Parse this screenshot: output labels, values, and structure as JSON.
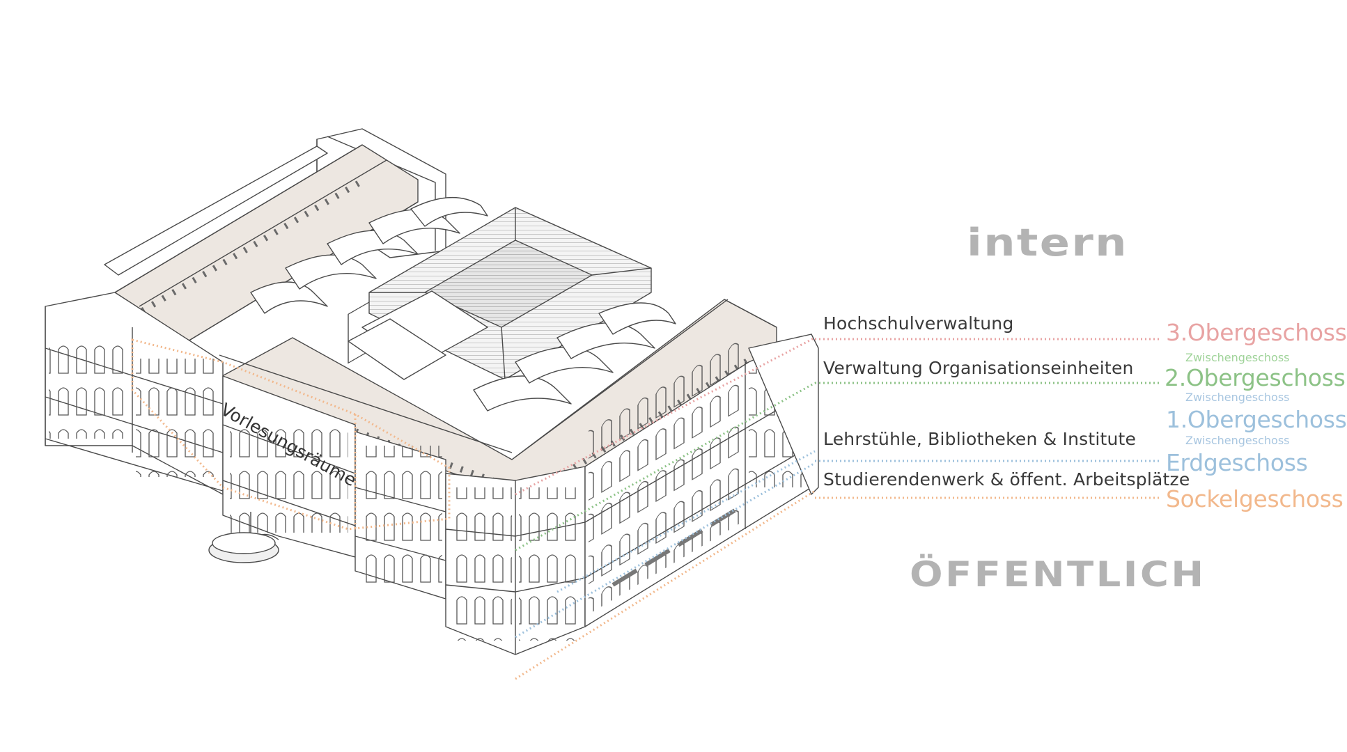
{
  "colors": {
    "floor3": "#e8a3a3",
    "floor2": "#8cc286",
    "floor1": "#9cc0dc",
    "ground": "#9cc0dc",
    "basement": "#f2b88c",
    "mezzanine_after_floor3": "#9fd399",
    "mezzanine_after_floor2": "#a8c6e0",
    "mezzanine_after_floor1": "#a8c6e0",
    "roof": "#ede7e1",
    "line": "#4a4a4a",
    "label_text": "#3a3a3a",
    "big_word": "#b3b3b3"
  },
  "labels": {
    "intern": "intern",
    "public": "ÖFFENTLICH",
    "lecture_rooms": "Vorlesungsräume"
  },
  "uses": [
    {
      "id": "floor3",
      "text": "Hochschulverwaltung"
    },
    {
      "id": "floor2",
      "text": "Verwaltung Organisationseinheiten"
    },
    {
      "id": "floor1",
      "text": "Lehrstühle, Bibliotheken & Institute"
    },
    {
      "id": "ground",
      "text": "Studierendenwerk & öffent. Arbeitsplätze"
    }
  ],
  "floors": [
    {
      "id": "floor3",
      "name": "3.Obergeschoss"
    },
    {
      "id": "mezz3",
      "name": "Zwischengeschoss"
    },
    {
      "id": "floor2",
      "name": "2.Obergeschoss"
    },
    {
      "id": "mezz2",
      "name": "Zwischengeschoss"
    },
    {
      "id": "floor1",
      "name": "1.Obergeschoss"
    },
    {
      "id": "mezz1",
      "name": "Zwischengeschoss"
    },
    {
      "id": "ground",
      "name": "Erdgeschoss"
    },
    {
      "id": "basement",
      "name": "Sockelgeschoss"
    }
  ]
}
